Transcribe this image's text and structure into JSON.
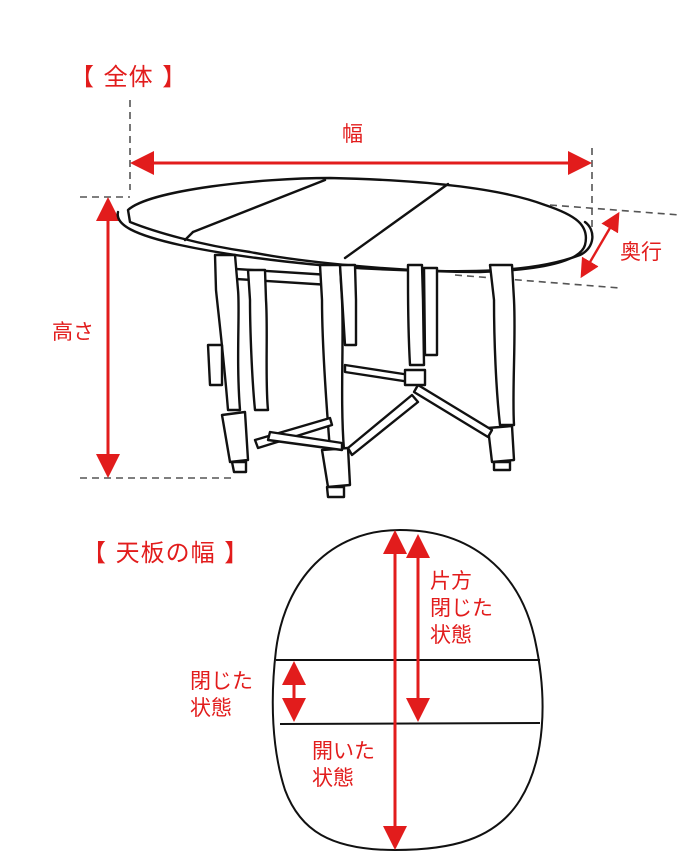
{
  "colors": {
    "annotation": "#e21c1c",
    "line_art": "#111111",
    "guide_dash": "#555555",
    "background": "#ffffff"
  },
  "overall": {
    "title": "【 全体 】",
    "width_label": "幅",
    "depth_label": "奥行",
    "height_label": "高さ"
  },
  "tabletop": {
    "title": "【 天板の幅 】",
    "one_side_closed": [
      "片方",
      "閉じた",
      "状態"
    ],
    "closed": [
      "閉じた",
      "状態"
    ],
    "open": [
      "開いた",
      "状態"
    ]
  }
}
